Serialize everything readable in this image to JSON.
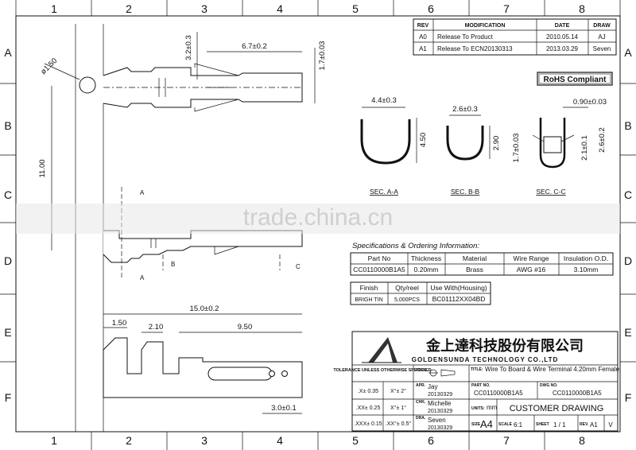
{
  "grid": {
    "columns": [
      "1",
      "2",
      "3",
      "4",
      "5",
      "6",
      "7",
      "8"
    ],
    "rows": [
      "A",
      "B",
      "C",
      "D",
      "E",
      "F"
    ]
  },
  "revisions": {
    "headers": [
      "REV",
      "MODIFICATION",
      "DATE",
      "DRAW"
    ],
    "rows": [
      {
        "rev": "A0",
        "mod": "Release To Product",
        "date": "2010.05.14",
        "draw": "AJ"
      },
      {
        "rev": "A1",
        "mod": "Release To ECN20130313",
        "date": "2013.03.29",
        "draw": "Seven"
      }
    ]
  },
  "rohs": "RoHS Compliant",
  "dimensions": {
    "hole_dia": "ø1.50",
    "pitch_11": "11.00",
    "d_32": "3.2±0.3",
    "d_67": "6.7±0.2",
    "d_17": "1.7±0.03",
    "sec_a_w": "4.4±0.3",
    "sec_a_h": "4.50",
    "sec_b_w": "2.6±0.3",
    "sec_b_h": "2.90",
    "sec_c_w": "0.90±0.03",
    "sec_c_h1": "1.7±0.03",
    "sec_c_h2": "2.1±0.1",
    "sec_c_h3": "2.6±0.2",
    "total_len": "15.0±0.2",
    "seg1": "1.50",
    "seg2": "2.10",
    "seg3": "9.50",
    "tip": "3.0±0.1"
  },
  "section_labels": {
    "a": "SEC. A-A",
    "b": "SEC. B-B",
    "c": "SEC. C-C",
    "marker_a": "A",
    "marker_b": "B",
    "marker_c": "C"
  },
  "watermark": "trade.china.cn",
  "spec": {
    "title": "Specifications & Ordering Information:",
    "headers": [
      "Part No",
      "Thickness",
      "Material",
      "Wire Range",
      "Insulation O.D."
    ],
    "row": [
      "CC0110000B1A5",
      "0.20mm",
      "Brass",
      "AWG #16",
      "3.10mm"
    ],
    "headers2": [
      "Finish",
      "Qty/reel",
      "Use With(Housing)"
    ],
    "row2": [
      "BRIGH TIN",
      "5,000PCS",
      "BC01112XX04BD"
    ]
  },
  "title_block": {
    "company_cn": "金上達科技股份有限公司",
    "company_en": "GOLDENSUNDA TECHNOLOGY CO.,LTD",
    "tolerance_hdr": "TOLERANCE UNLESS OTHERWISE SPECIFIED",
    "tol1a": ".X± 0.35",
    "tol1b": "X°± 2°",
    "tol2a": ".XX± 0.25",
    "tol2b": "X°± 1°",
    "tol3a": ".XXX± 0.15",
    "tol3b": ".XX°± 0.5°",
    "proj_lbl": "PROJ.",
    "title_lbl": "TITLE:",
    "title": "Wire To Board & Wire Terminal 4.20mm Female",
    "apr_lbl": "APR.",
    "apr_name": "Jay",
    "apr_date": "20130329",
    "part_lbl": "PART NO.",
    "part_no": "CC0110000B1A5",
    "dwg_lbl": "DWG NO.",
    "dwg_no": "CC0110000B1A5",
    "chk_lbl": "CHK.",
    "chk_name": "Michelle",
    "chk_date": "20130329",
    "units_lbl": "UNITS:",
    "units": "mm",
    "customer": "CUSTOMER DRAWING",
    "dra_lbl": "DRA.",
    "dra_name": "Seven",
    "dra_date": "20130329",
    "size_lbl": "SIZE",
    "size": "A4",
    "scale_lbl": "SCALE",
    "scale": "6:1",
    "sheet_lbl": "SHEET",
    "sheet": "1 / 1",
    "rev_lbl": "REV.",
    "rev": "A1",
    "v": "V"
  }
}
